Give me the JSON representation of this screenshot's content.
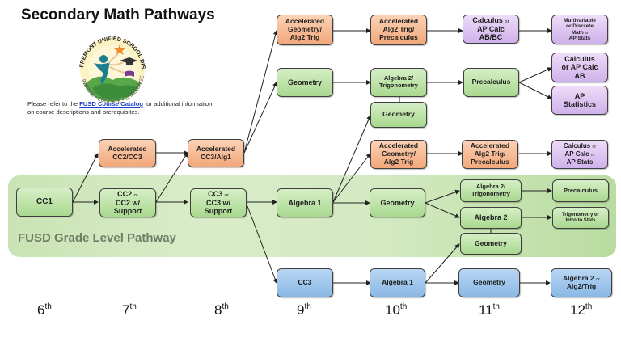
{
  "title": "Secondary Math Pathways",
  "logo": {
    "icon": "fusd-logo",
    "top_text": "FREMONT UNIFIED SCHOOL DISTRICT",
    "bottom_text": "INSPIRE • EDUCATE • CHALLENGE"
  },
  "note": {
    "prefix": "Please refer to the ",
    "link": "FUSD Course Catalog",
    "suffix": " for additional information on course descriptions and prerequisites."
  },
  "band_label": "FUSD Grade Level Pathway",
  "or_label": "OR",
  "grades": [
    {
      "num": "6",
      "suffix": "th"
    },
    {
      "num": "7",
      "suffix": "th"
    },
    {
      "num": "8",
      "suffix": "th"
    },
    {
      "num": "9",
      "suffix": "th"
    },
    {
      "num": "10",
      "suffix": "th"
    },
    {
      "num": "11",
      "suffix": "th"
    },
    {
      "num": "12",
      "suffix": "th"
    }
  ],
  "colors": {
    "standard": "#b9e09f",
    "accelerated": "#f5b894",
    "advanced": "#dcc6f1",
    "support": "#a3c7ec",
    "band": "#cfe7bc"
  },
  "boxes": {
    "cc1": {
      "lines": [
        "CC1"
      ]
    },
    "cc2": {
      "lines": [
        "CC2",
        "or",
        "CC2 w/",
        "Support"
      ]
    },
    "cc3_std": {
      "lines": [
        "CC3",
        "or",
        "CC3 w/",
        "Support"
      ]
    },
    "acc_cc2cc3": {
      "lines": [
        "Accelerated",
        "CC2/CC3"
      ]
    },
    "acc_cc3alg1": {
      "lines": [
        "Accelerated",
        "CC3/Alg1"
      ]
    },
    "acc_geo_top": {
      "lines": [
        "Accelerated",
        "Geometry/",
        "Alg2 Trig"
      ]
    },
    "acc_alg2_top": {
      "lines": [
        "Accelerated",
        "Alg2 Trig/",
        "Precalculus"
      ]
    },
    "calc_abbc": {
      "lines": [
        "Calculus",
        "or",
        "AP Calc",
        "AB/BC"
      ]
    },
    "multivariable": {
      "lines": [
        "Multivariable",
        "or Discrete",
        "Math",
        "or",
        "AP Stats"
      ]
    },
    "geo9": {
      "lines": [
        "Geometry"
      ]
    },
    "alg2trig10": {
      "lines": [
        "Algebra 2/",
        "Trigonometry"
      ]
    },
    "geo10b": {
      "lines": [
        "Geometry"
      ]
    },
    "precalc11": {
      "lines": [
        "Precalculus"
      ]
    },
    "calc_ab": {
      "lines": [
        "Calculus",
        "or AP Calc",
        "AB"
      ]
    },
    "ap_stats": {
      "lines": [
        "AP",
        "Statistics"
      ]
    },
    "acc_geo_mid": {
      "lines": [
        "Accelerated",
        "Geometry/",
        "Alg2 Trig"
      ]
    },
    "acc_alg2_mid": {
      "lines": [
        "Accelerated",
        "Alg2 Trig/",
        "Precalculus"
      ]
    },
    "calc_stats": {
      "lines": [
        "Calculus",
        "or",
        "AP Calc",
        "or",
        "AP Stats"
      ]
    },
    "alg1_std": {
      "lines": [
        "Algebra 1"
      ]
    },
    "geo10_std": {
      "lines": [
        "Geometry"
      ]
    },
    "alg2trig11": {
      "lines": [
        "Algebra 2/",
        "Trigonometry"
      ]
    },
    "alg2_11": {
      "lines": [
        "Algebra 2"
      ]
    },
    "geo11": {
      "lines": [
        "Geometry"
      ]
    },
    "precalc12": {
      "lines": [
        "Precalculus"
      ]
    },
    "trig_intro": {
      "lines": [
        "Trigonometry or",
        "Intro to Stats"
      ]
    },
    "cc3_blue": {
      "lines": [
        "CC3"
      ]
    },
    "alg1_blue": {
      "lines": [
        "Algebra 1"
      ]
    },
    "geo_blue": {
      "lines": [
        "Geometry"
      ]
    },
    "alg2_blue": {
      "lines": [
        "Algebra 2",
        "or",
        "Alg2/Trig"
      ]
    }
  }
}
